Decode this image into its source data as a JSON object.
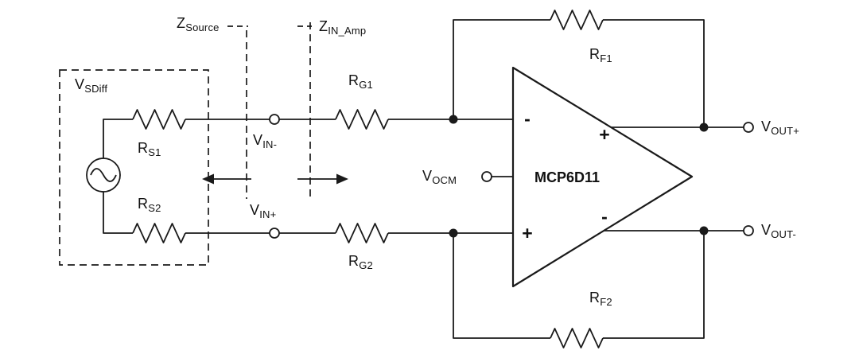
{
  "circuit": {
    "amp": {
      "name": "MCP6D11",
      "pin_inverting": "-",
      "pin_noninverting": "+",
      "pin_out_positive": "+",
      "pin_out_negative": "-"
    },
    "labels": {
      "z_source": {
        "main": "Z",
        "sub": "Source"
      },
      "z_in_amp": {
        "main": "Z",
        "sub": "IN_Amp"
      },
      "v_sdiff": {
        "main": "V",
        "sub": "SDiff"
      },
      "r_s1": {
        "main": "R",
        "sub": "S1"
      },
      "r_s2": {
        "main": "R",
        "sub": "S2"
      },
      "v_in_minus": {
        "main": "V",
        "sub": "IN-"
      },
      "v_in_plus": {
        "main": "V",
        "sub": "IN+"
      },
      "r_g1": {
        "main": "R",
        "sub": "G1"
      },
      "r_g2": {
        "main": "R",
        "sub": "G2"
      },
      "v_ocm": {
        "main": "V",
        "sub": "OCM"
      },
      "r_f1": {
        "main": "R",
        "sub": "F1"
      },
      "r_f2": {
        "main": "R",
        "sub": "F2"
      },
      "v_out_plus": {
        "main": "V",
        "sub": "OUT+"
      },
      "v_out_minus": {
        "main": "V",
        "sub": "OUT-"
      }
    }
  }
}
